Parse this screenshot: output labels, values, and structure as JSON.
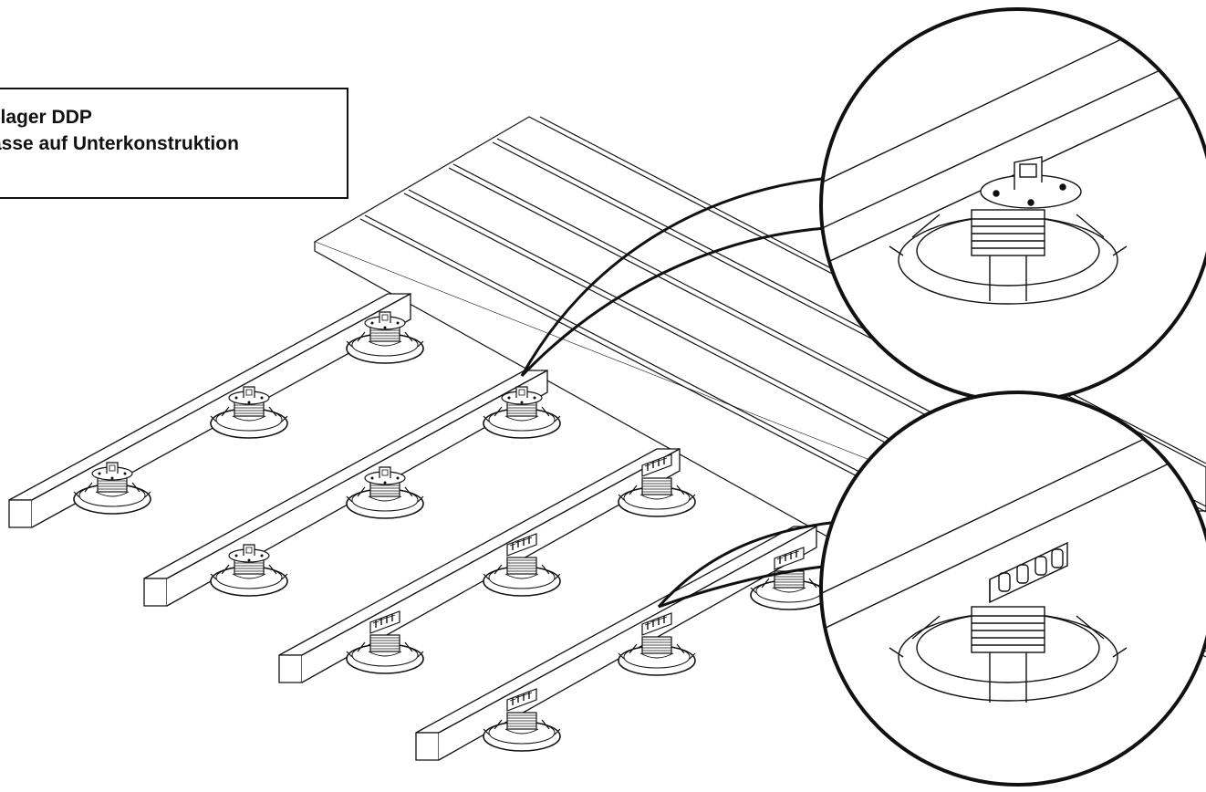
{
  "label_box": {
    "line1": "zlager DDP",
    "line2": "asse auf Unterkonstruktion"
  },
  "colors": {
    "line": "#111111",
    "background": "#ffffff"
  },
  "components": {
    "deck_board_count": 6,
    "joist_count": 4,
    "pedestals_with_single_clip": 6,
    "pedestals_with_multi_clip": 6,
    "detail_views": [
      "top-detail-single-clip",
      "bottom-detail-multi-clip"
    ]
  }
}
